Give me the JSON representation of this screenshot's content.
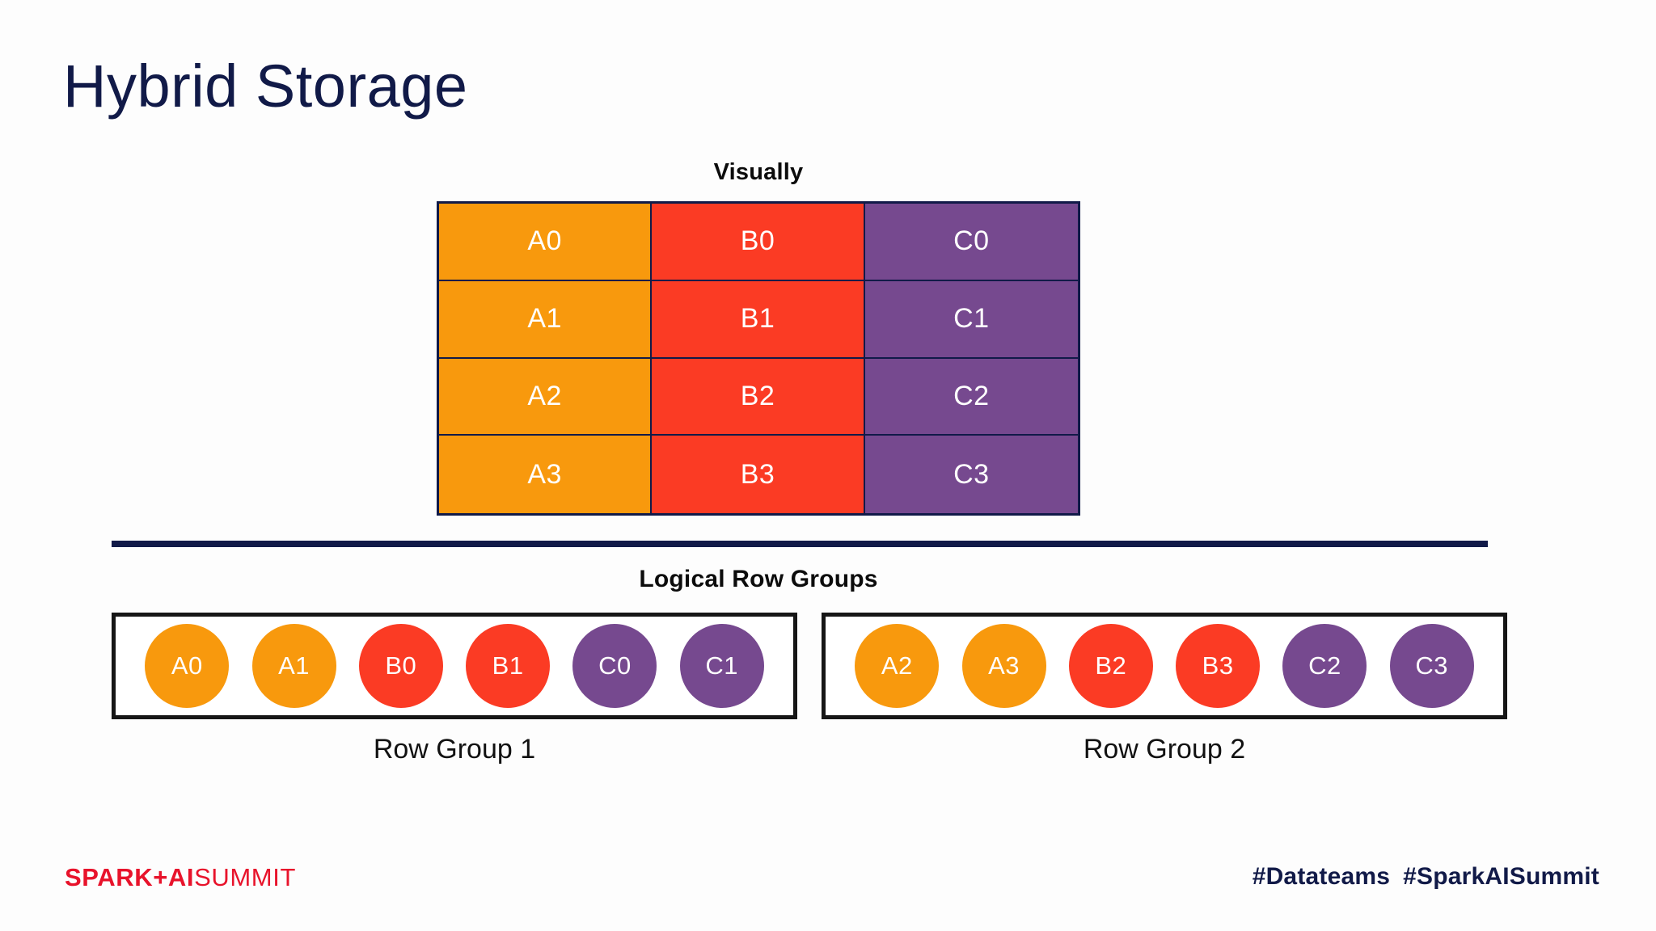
{
  "slide": {
    "title": "Hybrid Storage",
    "title_color": "#111a48",
    "background": "#ffffff"
  },
  "palette": {
    "orange": "#F8990D",
    "red": "#FB3B24",
    "purple": "#76498F",
    "navy": "#111a48",
    "black": "#161616",
    "logo_red": "#e8132b"
  },
  "visually": {
    "heading": "Visually",
    "columns": [
      "A",
      "B",
      "C"
    ],
    "rows": [
      [
        {
          "label": "A0",
          "color": "orange"
        },
        {
          "label": "B0",
          "color": "red"
        },
        {
          "label": "C0",
          "color": "purple"
        }
      ],
      [
        {
          "label": "A1",
          "color": "orange"
        },
        {
          "label": "B1",
          "color": "red"
        },
        {
          "label": "C1",
          "color": "purple"
        }
      ],
      [
        {
          "label": "A2",
          "color": "orange"
        },
        {
          "label": "B2",
          "color": "red"
        },
        {
          "label": "C2",
          "color": "purple"
        }
      ],
      [
        {
          "label": "A3",
          "color": "orange"
        },
        {
          "label": "B3",
          "color": "red"
        },
        {
          "label": "C3",
          "color": "purple"
        }
      ]
    ]
  },
  "logical_row_groups": {
    "heading": "Logical Row Groups",
    "groups": [
      {
        "label": "Row Group 1",
        "chips": [
          {
            "label": "A0",
            "color": "orange"
          },
          {
            "label": "A1",
            "color": "orange"
          },
          {
            "label": "B0",
            "color": "red"
          },
          {
            "label": "B1",
            "color": "red"
          },
          {
            "label": "C0",
            "color": "purple"
          },
          {
            "label": "C1",
            "color": "purple"
          }
        ]
      },
      {
        "label": "Row Group 2",
        "chips": [
          {
            "label": "A2",
            "color": "orange"
          },
          {
            "label": "A3",
            "color": "orange"
          },
          {
            "label": "B2",
            "color": "red"
          },
          {
            "label": "B3",
            "color": "red"
          },
          {
            "label": "C2",
            "color": "purple"
          },
          {
            "label": "C3",
            "color": "purple"
          }
        ]
      }
    ]
  },
  "footer": {
    "logo_bold": "SPARK+AI",
    "logo_light": "SUMMIT",
    "hashtags": [
      "#Datateams",
      "#SparkAISummit"
    ]
  }
}
